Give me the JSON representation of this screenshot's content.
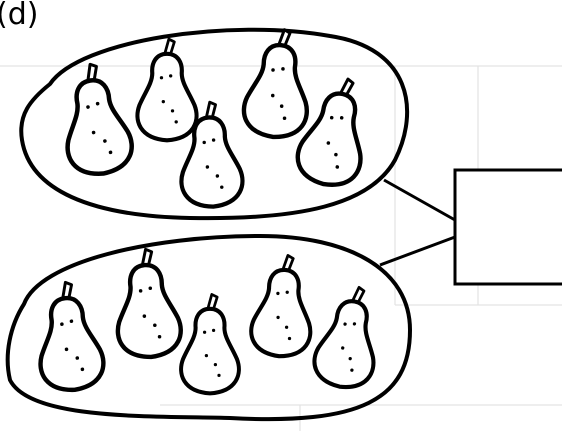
{
  "part_label": "(d)",
  "groups": [
    {
      "name": "top-set",
      "item": "pear",
      "count": 5
    },
    {
      "name": "bottom-set",
      "item": "pear",
      "count": 5
    }
  ],
  "answer_box": {
    "value": ""
  },
  "colors": {
    "ink": "#000000",
    "paper": "#ffffff",
    "faint_background": "#e3e3e3"
  }
}
